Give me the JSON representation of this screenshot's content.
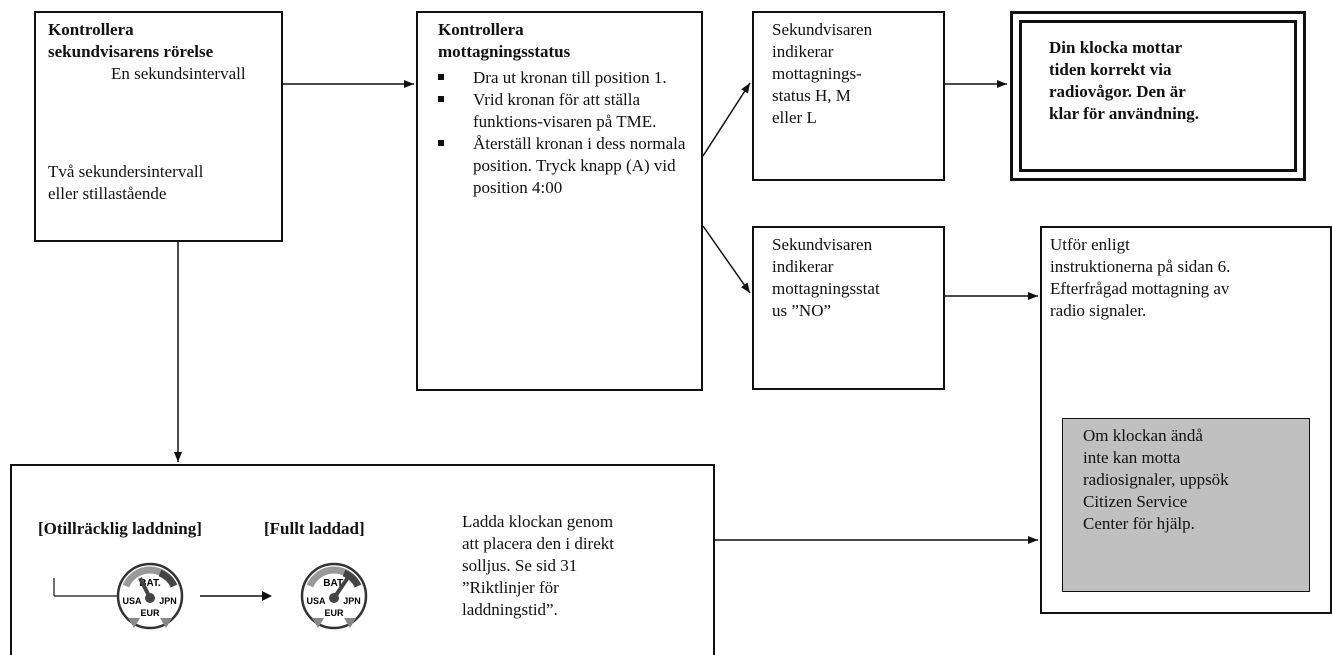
{
  "movement": {
    "title": "Kontrollera\nsekundvisarens rörelse",
    "one_second": "En sekundsintervall",
    "two_seconds": "Två sekundersintervall\neller stillastående"
  },
  "status_check": {
    "title": "Kontrollera\nmottagningsstatus",
    "steps": [
      "Dra ut kronan till position 1.",
      "Vrid kronan för att ställa funktions-visaren på TME.",
      "Återställ kronan i dess normala position. Tryck knapp (A) vid position 4:00"
    ]
  },
  "hml": {
    "text": "Sekundvisaren\nindikerar\nmottagnings-\nstatus H, M\neller L"
  },
  "no": {
    "text": "Sekundvisaren\nindikerar\nmottagningsstat\nus ”NO”"
  },
  "ready": {
    "text": "Din klocka mottar\ntiden korrekt via\nradiovågor. Den är\nklar för användning."
  },
  "follow": {
    "text": "Utför enligt\ninstruktionerna på sidan 6.\nEfterfrågad mottagning av\nradio signaler.",
    "contact": "Om klockan ändå\ninte kan motta\nradiosignaler, uppsök\nCitizen Service\nCenter för hjälp."
  },
  "charge": {
    "insufficient": "[Otillräcklig laddning]",
    "full": "[Fullt laddad]",
    "text": "Ladda klockan genom\natt placera den i direkt\nsolljus. Se sid 31\n”Riktlinjer för\nladdningstid”.",
    "dial": {
      "bat": "BAT.",
      "usa": "USA",
      "jpn": "JPN",
      "eur": "EUR"
    }
  }
}
